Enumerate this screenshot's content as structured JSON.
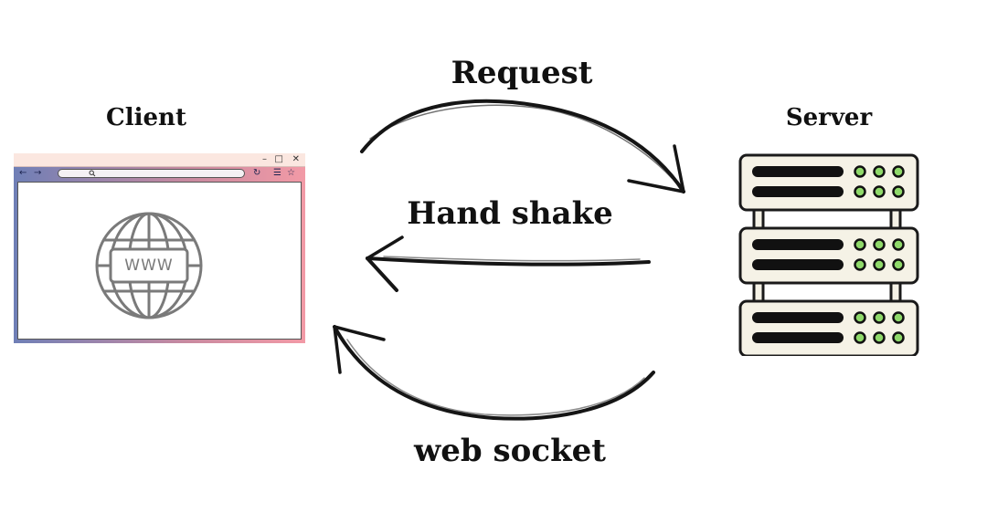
{
  "client": {
    "title": "Client",
    "browser": {
      "window_controls": [
        "–",
        "□",
        "✕"
      ],
      "nav": {
        "back": "←",
        "forward": "→",
        "reload": "↻",
        "menu": "☰",
        "bookmark": "☆"
      },
      "content_label": "WWW",
      "icons": [
        "globe-icon",
        "search-icon"
      ]
    }
  },
  "server": {
    "title": "Server",
    "units": 3,
    "led_color": "#8fd96a"
  },
  "arrows": {
    "request": "Request",
    "handshake": "Hand shake",
    "websocket": "web socket"
  }
}
